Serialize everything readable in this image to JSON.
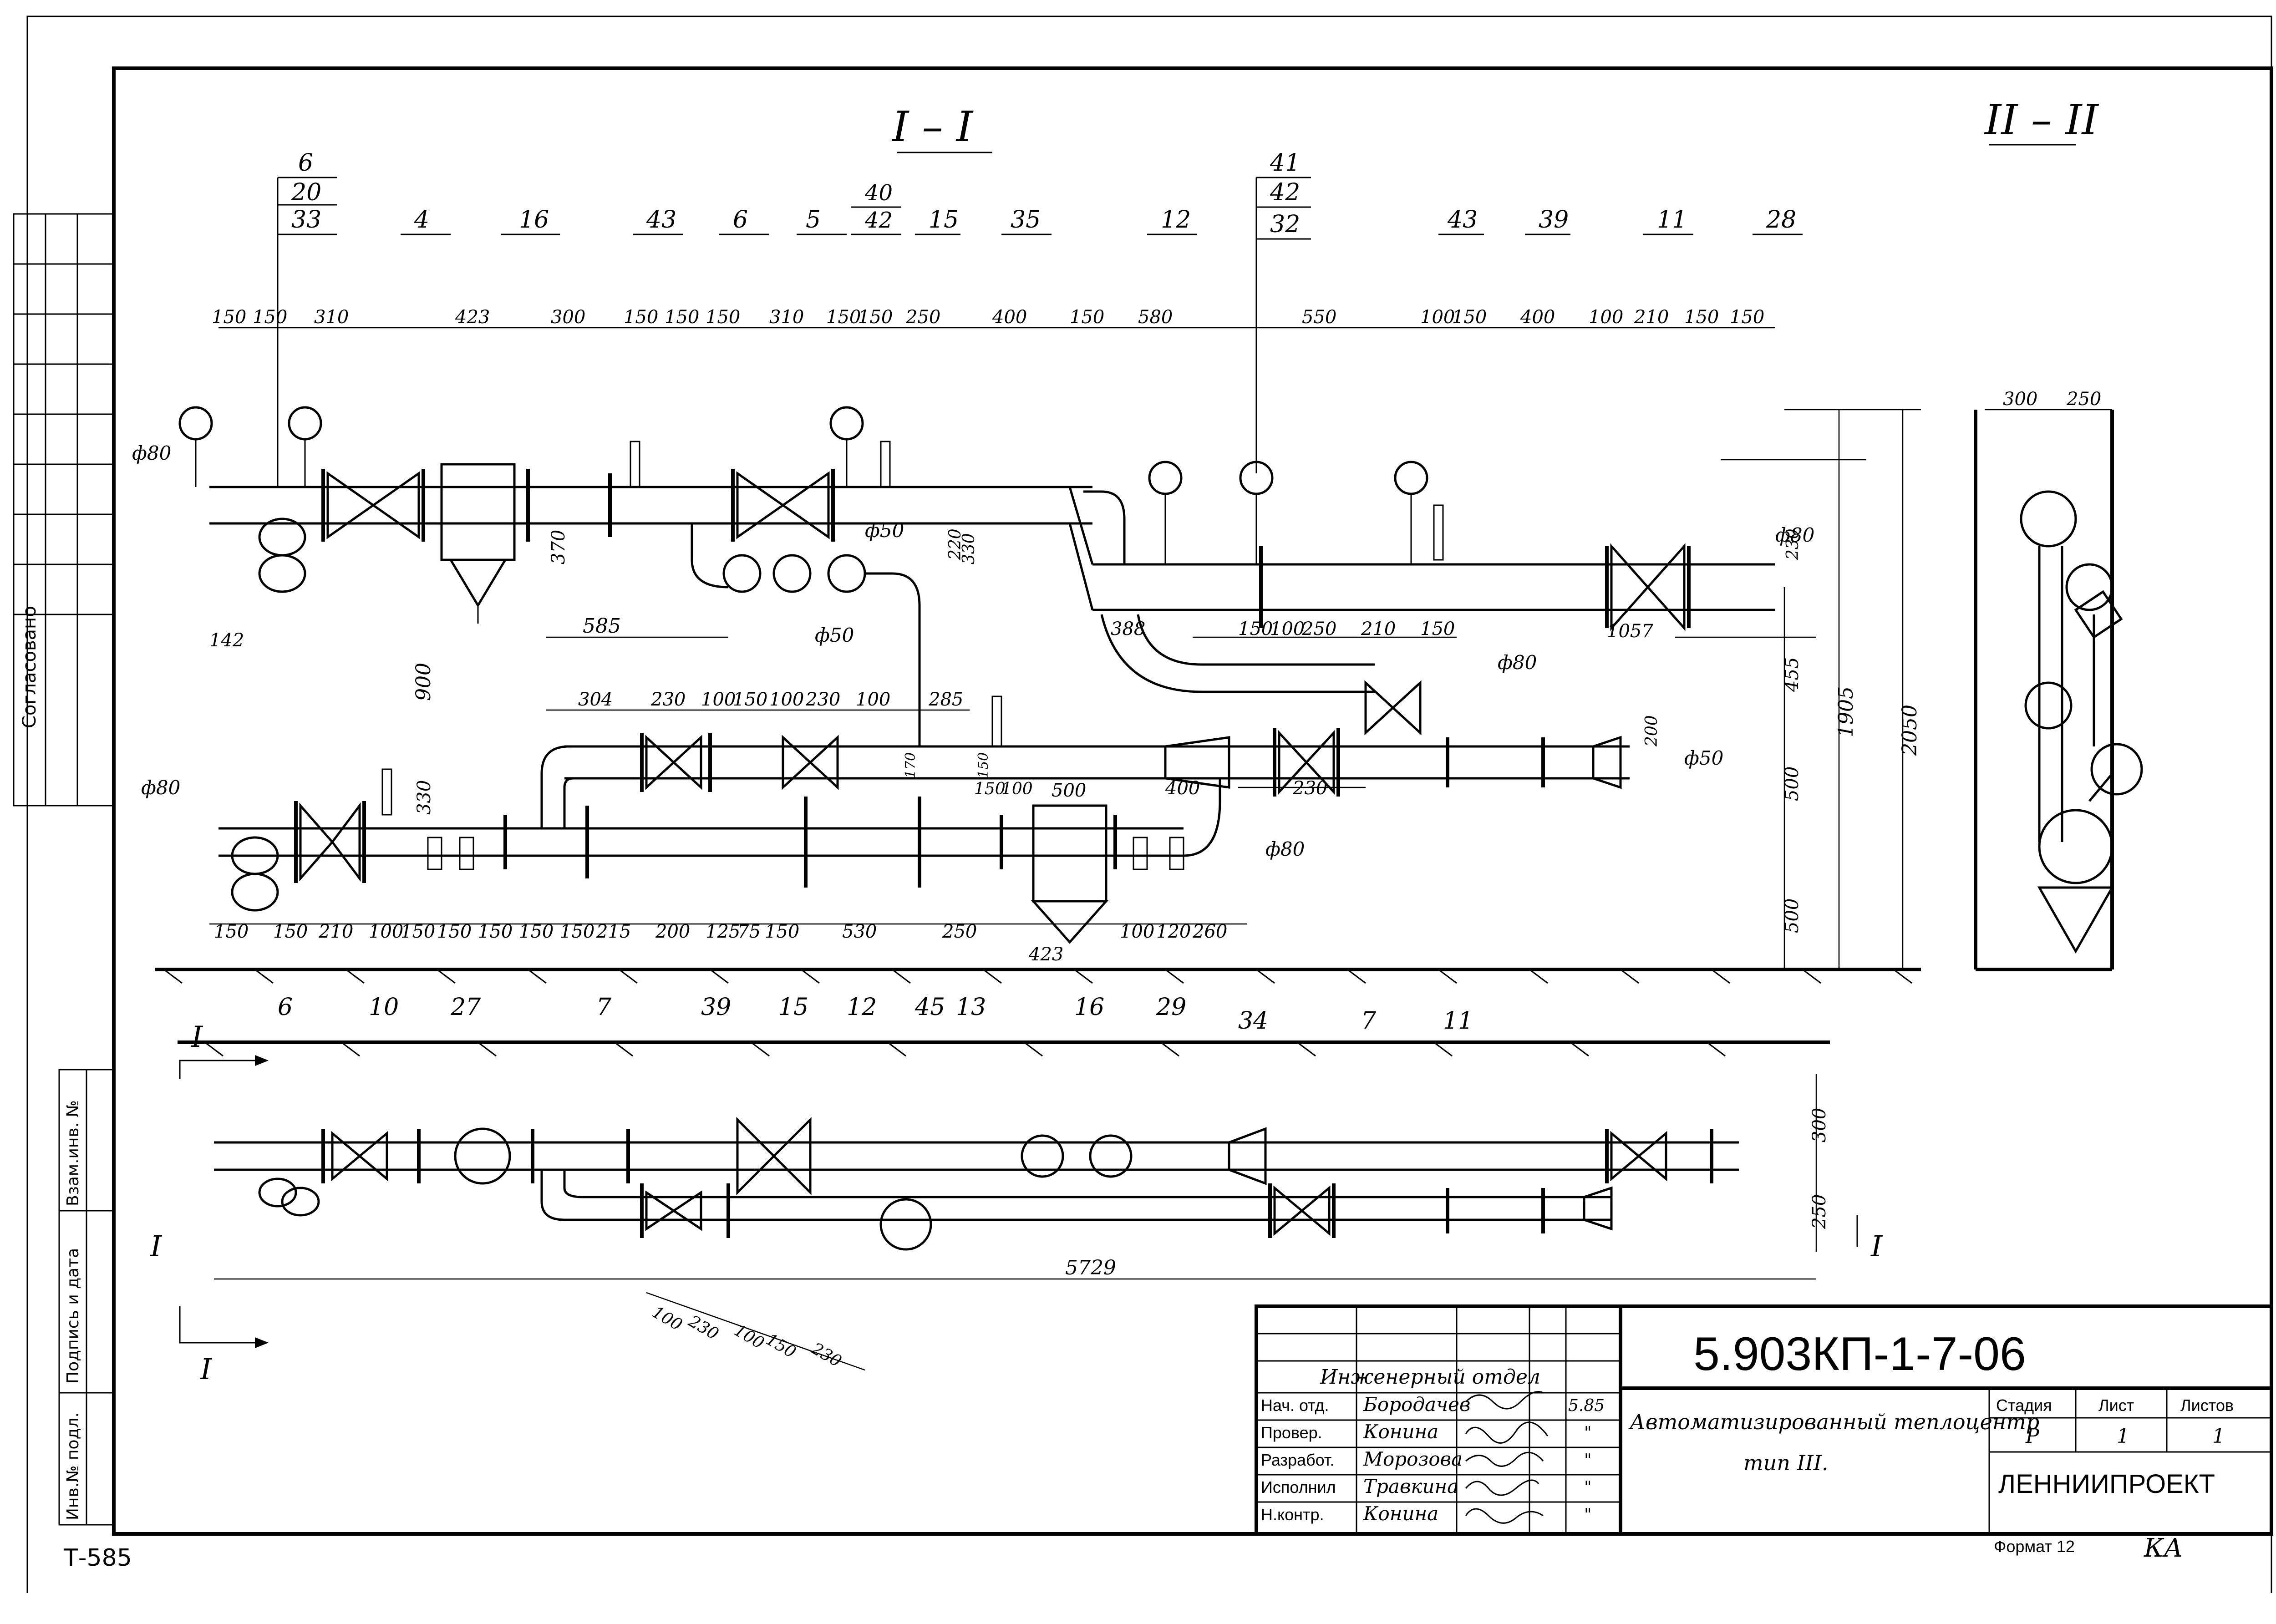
{
  "side_stamp": {
    "agreed": "Согласовано",
    "swap_inv": "Взам.инв. №",
    "sign_date": "Подпись и дата",
    "inv_orig": "Инв.№ подл."
  },
  "sheet_code": "Т-585",
  "sections": {
    "section_1": "I – I",
    "section_2": "II – II",
    "plan_mark_left": "I",
    "plan_mark_right": "I",
    "plan_mark_bottom": "I"
  },
  "top_leaders": [
    "6",
    "20",
    "33",
    "4",
    "16",
    "43",
    "6",
    "5",
    "40",
    "42",
    "15",
    "35",
    "12",
    "41",
    "42",
    "32",
    "43",
    "39",
    "11",
    "28"
  ],
  "top_dims": [
    "150",
    "150",
    "310",
    "423",
    "300",
    "150",
    "150",
    "150",
    "310",
    "150",
    "150",
    "250",
    "400",
    "150",
    "580",
    "550",
    "100",
    "150",
    "400",
    "100",
    "210",
    "150",
    "150"
  ],
  "mid_dims": [
    "304",
    "230",
    "100",
    "150",
    "100",
    "230",
    "100",
    "285",
    "388",
    "150",
    "100",
    "250",
    "210",
    "150",
    "585",
    "142"
  ],
  "bottom_dims": [
    "150",
    "150",
    "210",
    "100",
    "150",
    "150",
    "150",
    "150",
    "150",
    "215",
    "200",
    "125",
    "75",
    "150",
    "530",
    "250",
    "423",
    "100",
    "120",
    "260",
    "500",
    "400",
    "230",
    "150",
    "100"
  ],
  "bottom_leaders": [
    "6",
    "10",
    "27",
    "7",
    "39",
    "15",
    "12",
    "45",
    "13",
    "16",
    "29",
    "34",
    "7",
    "11"
  ],
  "vertical_dims": [
    "370",
    "900",
    "330",
    "220",
    "330",
    "230",
    "455",
    "500",
    "1905",
    "2050",
    "500",
    "200",
    "170",
    "150",
    "1057"
  ],
  "diameters": [
    "ф80",
    "ф80",
    "ф50",
    "ф50",
    "ф80",
    "ф50",
    "ф80",
    "ф80"
  ],
  "section2_dims": [
    "300",
    "250"
  ],
  "plan_dims": [
    "5729",
    "300",
    "250",
    "100",
    "230",
    "100",
    "150",
    "230"
  ],
  "title_block": {
    "drawing_number": "5.903КП-1-7-06",
    "department": "Инженерный отдел",
    "title_line1": "Автоматизированный теплоцентр",
    "title_line2": "тип III.",
    "organization": "ЛЕННИИПРОЕКТ",
    "stage_header": "Стадия",
    "sheet_header": "Лист",
    "sheets_header": "Листов",
    "stage_value": "Р",
    "sheet_value": "1",
    "sheets_value": "1",
    "date_value": "5.85",
    "roles": [
      {
        "role": "Нач. отд.",
        "name": "Бородачев",
        "date": "5.85"
      },
      {
        "role": "Провер.",
        "name": "Конина",
        "date": "\""
      },
      {
        "role": "Разработ.",
        "name": "Морозова",
        "date": "\""
      },
      {
        "role": "Исполнил",
        "name": "Травкина",
        "date": "\""
      },
      {
        "role": "Н.контр.",
        "name": "Конина",
        "date": "\""
      }
    ]
  },
  "format": "Формат 12",
  "corner_note": "КА"
}
